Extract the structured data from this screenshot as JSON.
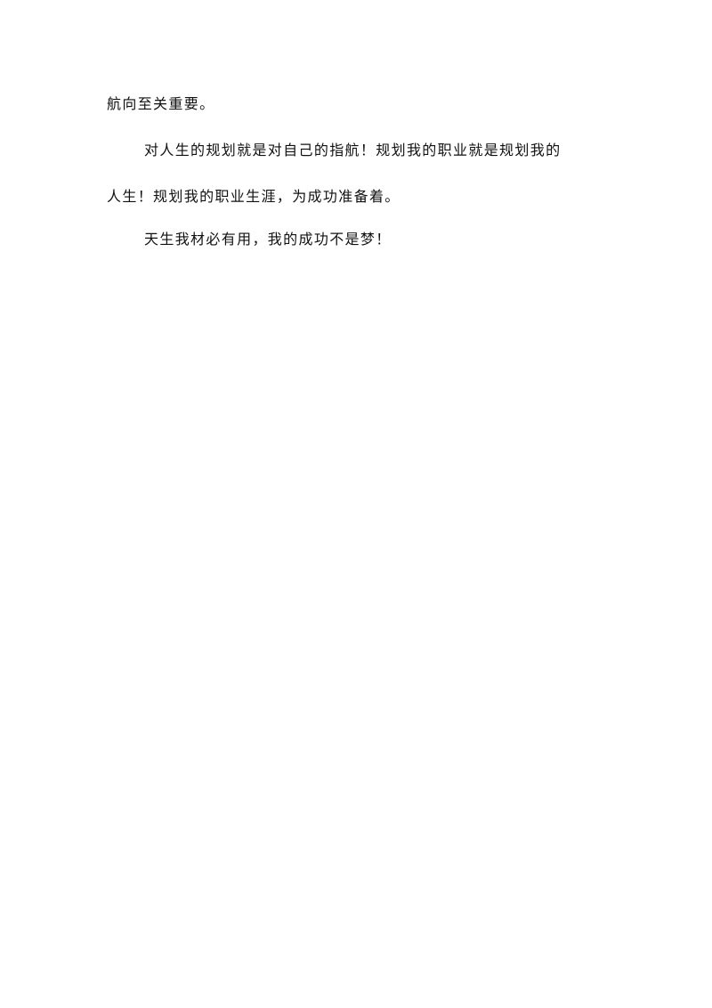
{
  "document": {
    "paragraphs": [
      {
        "lines": [
          "航向至关重要。"
        ]
      },
      {
        "lines": [
          "对人生的规划就是对自己的指航！规划我的职业就是规划我的",
          "人生！规划我的职业生涯，为成功准备着。"
        ]
      },
      {
        "lines": [
          "天生我材必有用，我的成功不是梦！"
        ]
      }
    ]
  }
}
